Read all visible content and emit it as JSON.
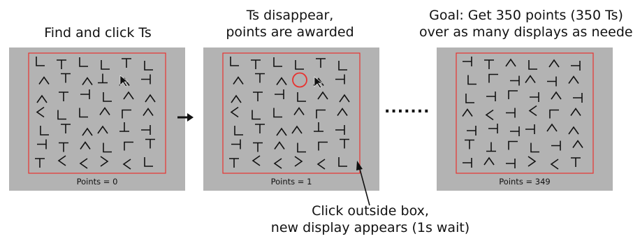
{
  "steps": [
    {
      "caption_lines": [
        "Find and click Ts"
      ],
      "points_label": "Points = 0"
    },
    {
      "caption_lines": [
        "Ts disappear,",
        "points are awarded"
      ],
      "points_label": "Points = 1"
    },
    {
      "caption_lines": [
        "Goal: Get 350 points (350 Ts)",
        "over as many displays as needed"
      ],
      "points_label": "Points = 349"
    }
  ],
  "arrow_glyph": "→",
  "ellipsis": ".......",
  "annotation_lines": [
    "Click outside box,",
    "new display appears (1s wait)"
  ],
  "colors": {
    "panel": "#b3b3b3",
    "box": "#e8322f",
    "glyph": "#111111",
    "highlight": "#e8322f"
  },
  "stimuli_panel_1": [
    "L0",
    "T0",
    "L0",
    "L0",
    "T0",
    "L0",
    "V90",
    "T0",
    "V90",
    "T180",
    "V90",
    "T90",
    "V90",
    "T0",
    "T90",
    "L0",
    "V90",
    "V90",
    "V0",
    "L0",
    "L0",
    "V90",
    "L90",
    "V90",
    "L0",
    "T0",
    "V90",
    "V90",
    "T180",
    "T90",
    "T90",
    "T0",
    "V90",
    "L0",
    "L90",
    "T0",
    "T0",
    "V0",
    "V0",
    "V180",
    "V0",
    "L0"
  ],
  "stimuli_panel_2": [
    "L0",
    "T0",
    "L0",
    "L0",
    "T0",
    "L0",
    "V90",
    "T0",
    "V90",
    "",
    "V90",
    "T90",
    "V90",
    "T0",
    "T90",
    "L0",
    "V90",
    "V90",
    "V0",
    "L0",
    "L0",
    "V90",
    "L90",
    "V90",
    "L0",
    "T0",
    "V90",
    "V90",
    "T180",
    "T90",
    "T90",
    "T0",
    "V90",
    "L0",
    "L90",
    "T0",
    "T0",
    "V0",
    "V0",
    "V180",
    "V0",
    "L0"
  ],
  "stimuli_panel_3": [
    "T90",
    "T0",
    "V90",
    "L0",
    "V90",
    "T90",
    "L0",
    "L90",
    "T90",
    "V90",
    "T90",
    "V90",
    "L0",
    "T90",
    "L90",
    "T90",
    "V90",
    "T90",
    "V90",
    "V0",
    "T90",
    "V0",
    "L90",
    "V90",
    "T90",
    "T90",
    "T90",
    "T90",
    "V90",
    "V90",
    "T0",
    "T180",
    "L90",
    "L0",
    "T90",
    "V90",
    "T90",
    "V90",
    "T90",
    "V180",
    "V0",
    "T0"
  ]
}
